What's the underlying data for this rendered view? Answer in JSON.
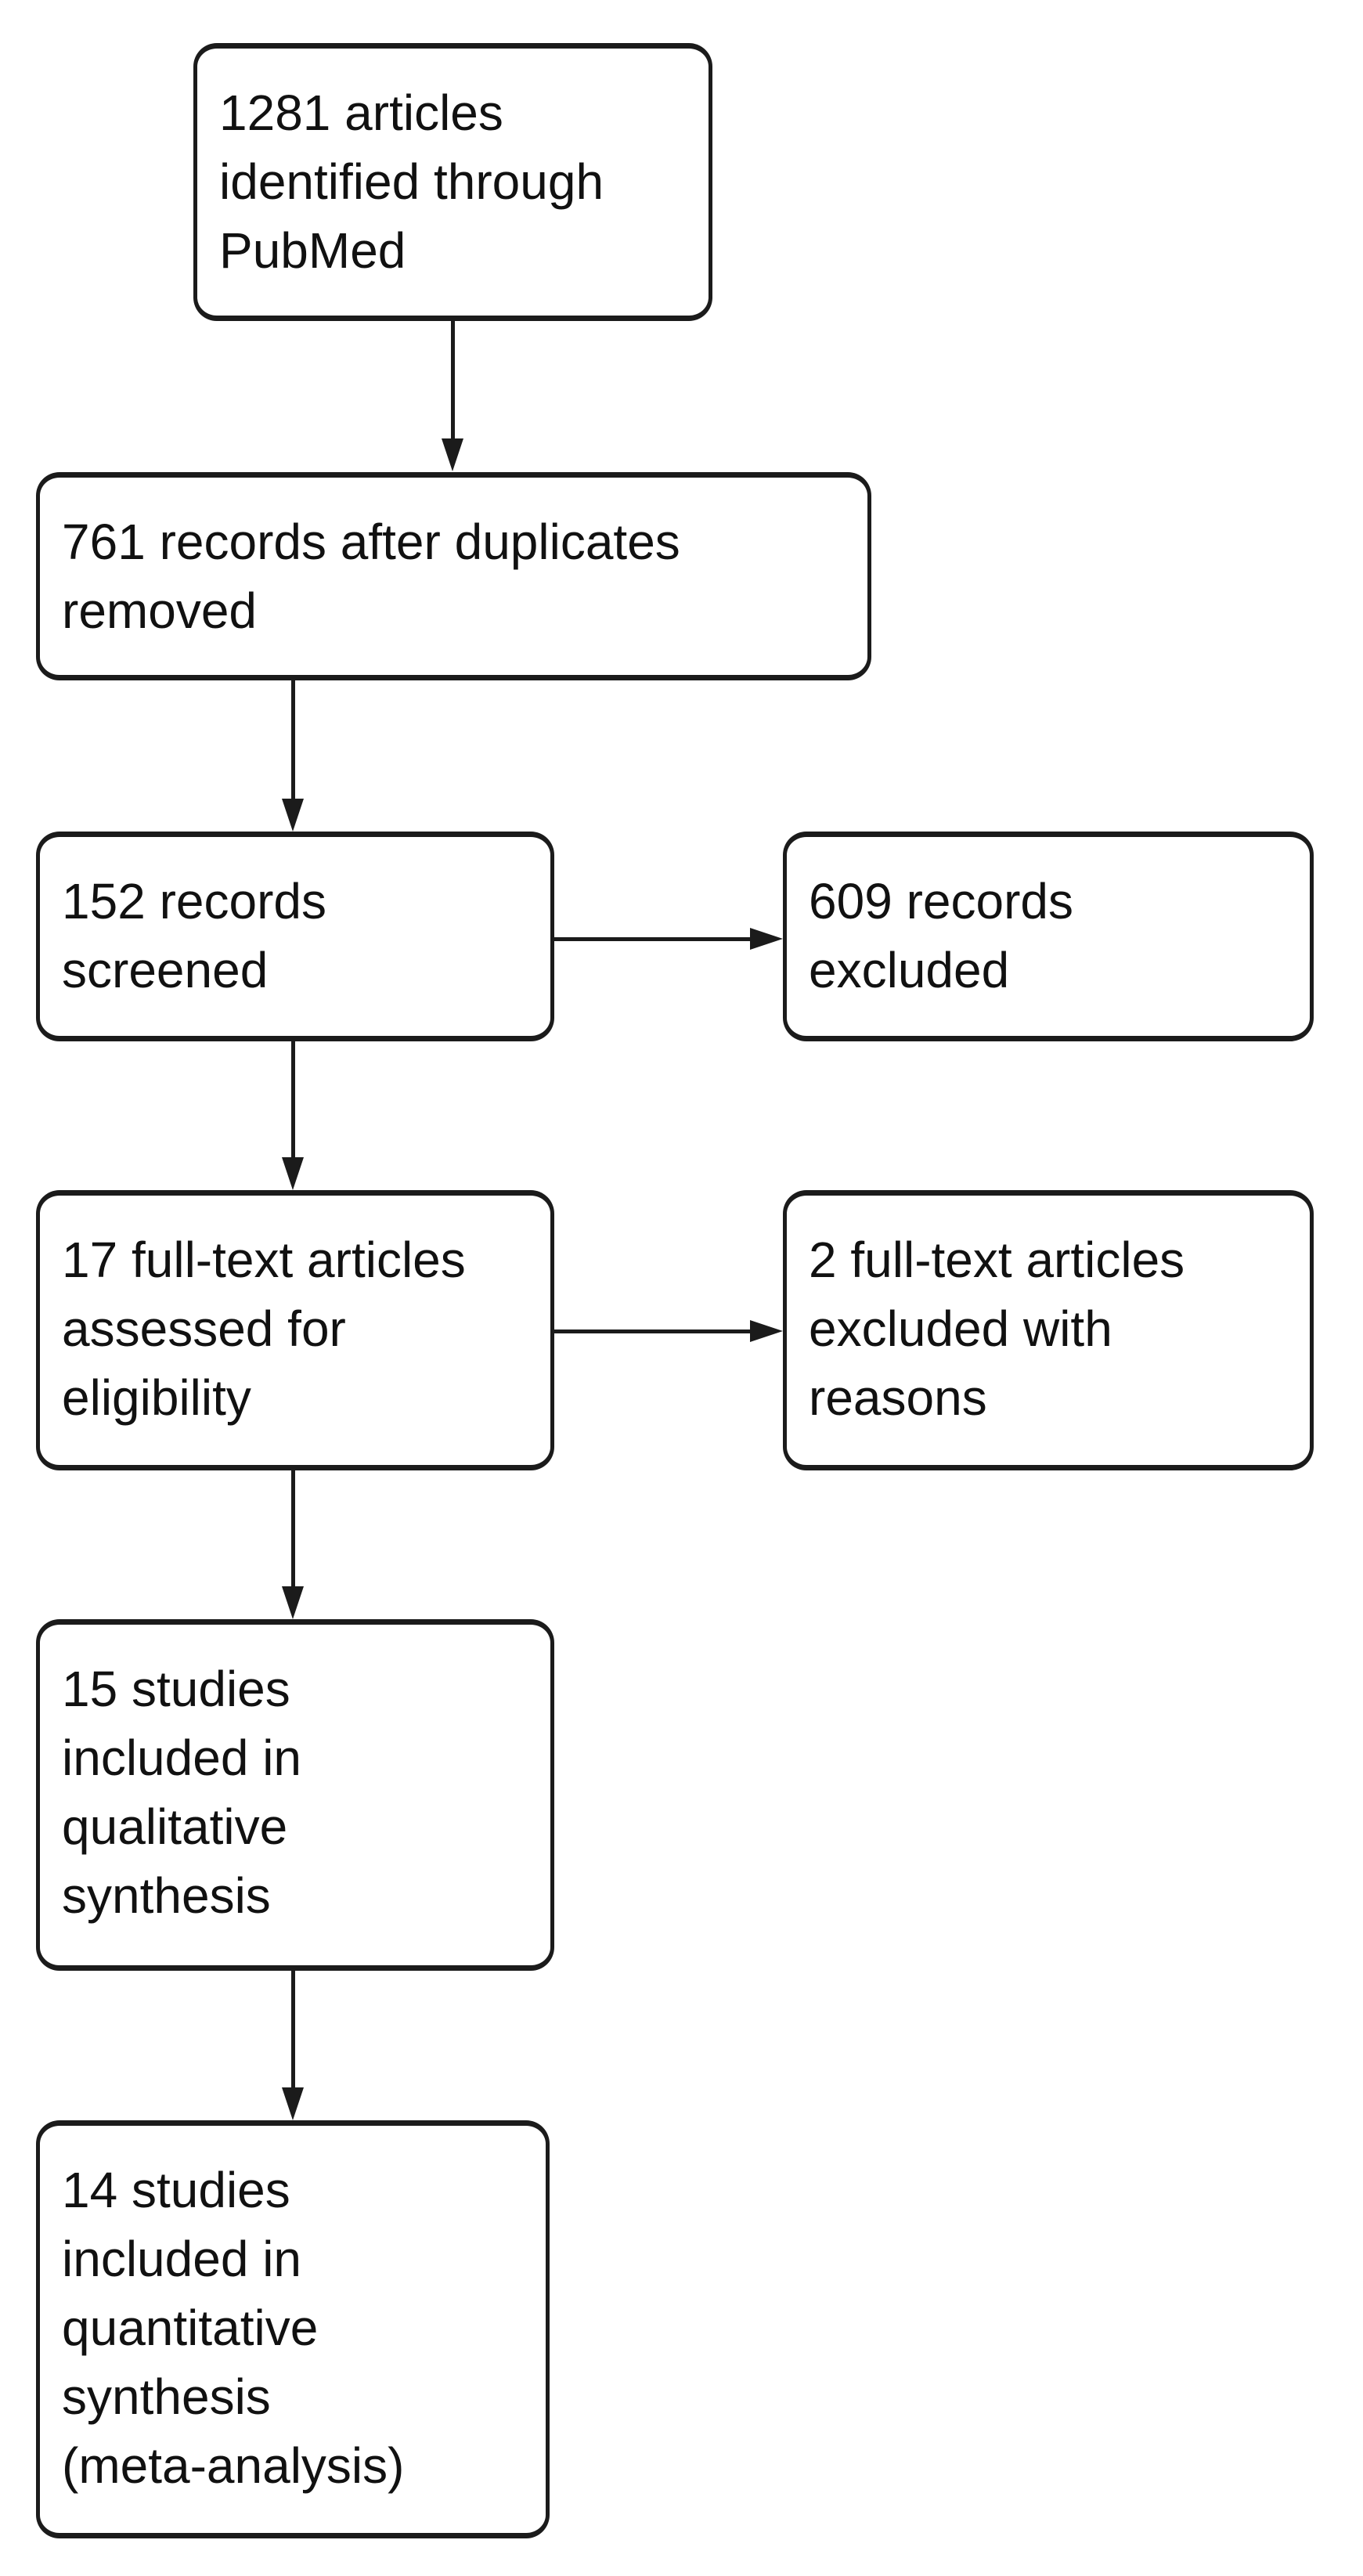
{
  "flowchart": {
    "kind": "study-selection-flow-diagram",
    "colors": {
      "background": "#ffffff",
      "box_border": "#1b1b1b",
      "text": "#111111",
      "arrow": "#1b1b1b"
    },
    "nodes": [
      {
        "id": "identified",
        "count": "1281",
        "label": "1281 articles\nidentified through\nPubMed"
      },
      {
        "id": "after-duplicates",
        "count": "761",
        "label": "761 records after duplicates\nremoved"
      },
      {
        "id": "screened",
        "count": "152",
        "label": "152 records\nscreened"
      },
      {
        "id": "records-excluded",
        "count": "609",
        "label": "609 records\nexcluded"
      },
      {
        "id": "fulltext-assessed",
        "count": "17",
        "label": "17 full-text articles\nassessed for\neligibility"
      },
      {
        "id": "fulltext-excluded",
        "count": "2",
        "label": "2 full-text articles\nexcluded with\nreasons"
      },
      {
        "id": "qualitative",
        "count": "15",
        "label": "15 studies\nincluded in\nqualitative\nsynthesis"
      },
      {
        "id": "quantitative",
        "count": "14",
        "label": "14 studies\nincluded in\nquantitative\nsynthesis\n(meta-analysis)"
      }
    ],
    "edges": [
      {
        "from": "identified",
        "to": "after-duplicates",
        "direction": "down"
      },
      {
        "from": "after-duplicates",
        "to": "screened",
        "direction": "down"
      },
      {
        "from": "screened",
        "to": "records-excluded",
        "direction": "right"
      },
      {
        "from": "screened",
        "to": "fulltext-assessed",
        "direction": "down"
      },
      {
        "from": "fulltext-assessed",
        "to": "fulltext-excluded",
        "direction": "right"
      },
      {
        "from": "fulltext-assessed",
        "to": "qualitative",
        "direction": "down"
      },
      {
        "from": "qualitative",
        "to": "quantitative",
        "direction": "down"
      }
    ]
  }
}
